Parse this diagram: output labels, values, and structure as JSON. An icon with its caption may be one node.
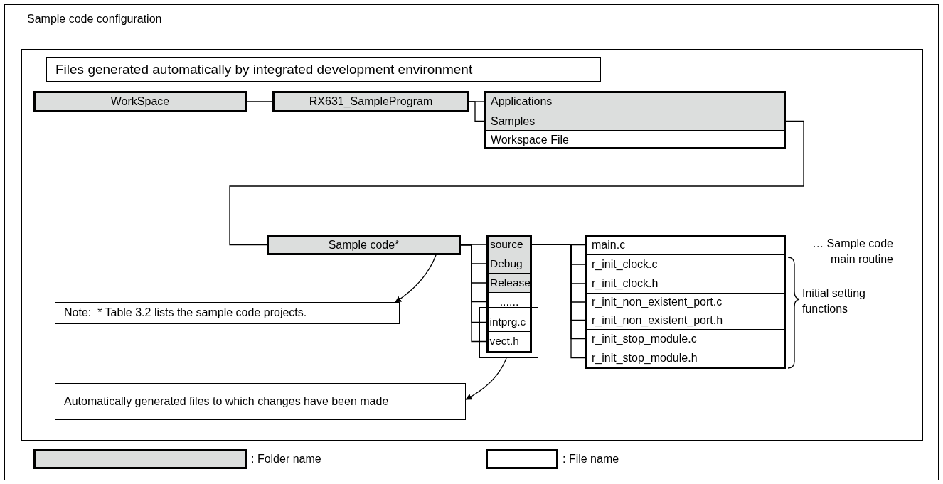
{
  "diagram": {
    "title": "Sample code configuration",
    "nodes": [
      {
        "text": [
          "Files generated automatically by integrated development environment"
        ]
      },
      {
        "text": [
          "WorkSpace"
        ]
      },
      {
        "text": [
          "RX631_SampleProgram"
        ]
      },
      {
        "text": [
          "Applications"
        ]
      },
      {
        "text": [
          "Samples"
        ]
      },
      {
        "text": [
          "Workspace File"
        ]
      },
      {
        "text": [
          "Sample code*"
        ]
      },
      {
        "text": [
          "source"
        ]
      },
      {
        "text": [
          "Debug"
        ]
      },
      {
        "text": [
          "Release"
        ]
      },
      {
        "text": [
          "......"
        ]
      },
      {
        "text": [],
        "shape": "box"
      },
      {
        "text": [
          "intprg.c"
        ],
        "in": 11
      },
      {
        "text": [
          "vect.h"
        ],
        "in": 11
      },
      {
        "text": [
          "main.c"
        ],
        "beside": [
          "… Sample code main routine"
        ]
      },
      {
        "text": [
          "r_init_clock.c"
        ]
      },
      {
        "text": [
          "r_init_clock.h"
        ]
      },
      {
        "text": [
          "r_init_non_existent_port.c"
        ]
      },
      {
        "text": [
          "r_init_non_existent_port.h"
        ]
      },
      {
        "text": [
          "r_init_stop_module.c"
        ]
      },
      {
        "text": [
          "r_init_stop_module.h"
        ]
      },
      {
        "text": [
          "Note:  * Table 3.2 lists the sample code projects."
        ]
      },
      {
        "text": [
          "Automatically generated files to which changes have been made"
        ]
      }
    ],
    "edges": [
      {
        "from": 1,
        "to": 2,
        "arrow": "none"
      },
      {
        "from": 2,
        "to": 3,
        "arrow": "none"
      },
      {
        "from": 2,
        "to": 4,
        "arrow": "none"
      },
      {
        "from": 4,
        "to": 6,
        "arrow": "none"
      },
      {
        "from": 6,
        "to": 7,
        "arrow": "none"
      },
      {
        "from": 6,
        "to": 8,
        "arrow": "none"
      },
      {
        "from": 6,
        "to": 9,
        "arrow": "none"
      },
      {
        "from": 6,
        "to": 10,
        "arrow": "none"
      },
      {
        "from": 6,
        "to": 12,
        "arrow": "none"
      },
      {
        "from": 6,
        "to": 13,
        "arrow": "none"
      },
      {
        "from": 7,
        "to": 14,
        "arrow": "none"
      },
      {
        "from": 7,
        "to": 15,
        "arrow": "none"
      },
      {
        "from": 7,
        "to": 16,
        "arrow": "none"
      },
      {
        "from": 7,
        "to": 17,
        "arrow": "none"
      },
      {
        "from": 7,
        "to": 18,
        "arrow": "none"
      },
      {
        "from": 7,
        "to": 19,
        "arrow": "none"
      },
      {
        "from": 7,
        "to": 20,
        "arrow": "none"
      },
      {
        "from": 6,
        "to": 21,
        "arrow": "to"
      },
      {
        "from": 11,
        "to": 22,
        "arrow": "to"
      }
    ],
    "labels": [
      "Initial setting functions"
    ],
    "legend": [
      {
        "text": ": Folder name",
        "color": "#dcdedd"
      },
      {
        "text": ": File name",
        "color": "#ffffff"
      }
    ]
  }
}
